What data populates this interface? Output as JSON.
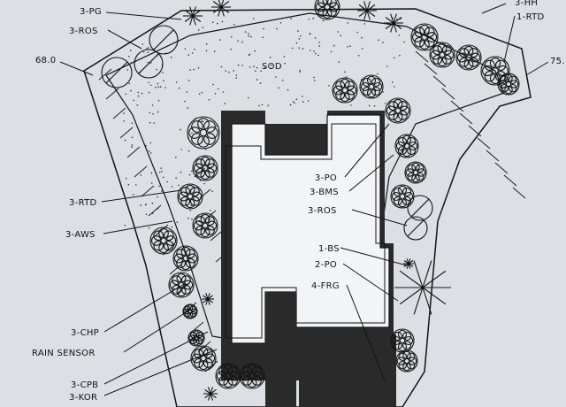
{
  "labels": {
    "pg": "3-PG",
    "ros_top": "3-ROS",
    "elev_left": "68.0",
    "sod": "SOD",
    "hh": "3-HH",
    "rtd_top": "1-RTD",
    "elev_right": "75.",
    "po_a": "3-PO",
    "bms": "3-BMS",
    "ros_mid": "3-ROS",
    "rtd_left": "3-RTD",
    "aws": "3-AWS",
    "bs": "1-BS",
    "po_b": "2-PO",
    "frg": "4-FRG",
    "chp": "3-CHP",
    "rain_sensor": "RAIN SENSOR",
    "cpb": "3-CPB",
    "kor": "3-KOR"
  },
  "colors": {
    "paper": "#dcdfe3",
    "ink": "#141414",
    "building_fill": "#2a2a2a",
    "sod_dots": "#333333"
  }
}
